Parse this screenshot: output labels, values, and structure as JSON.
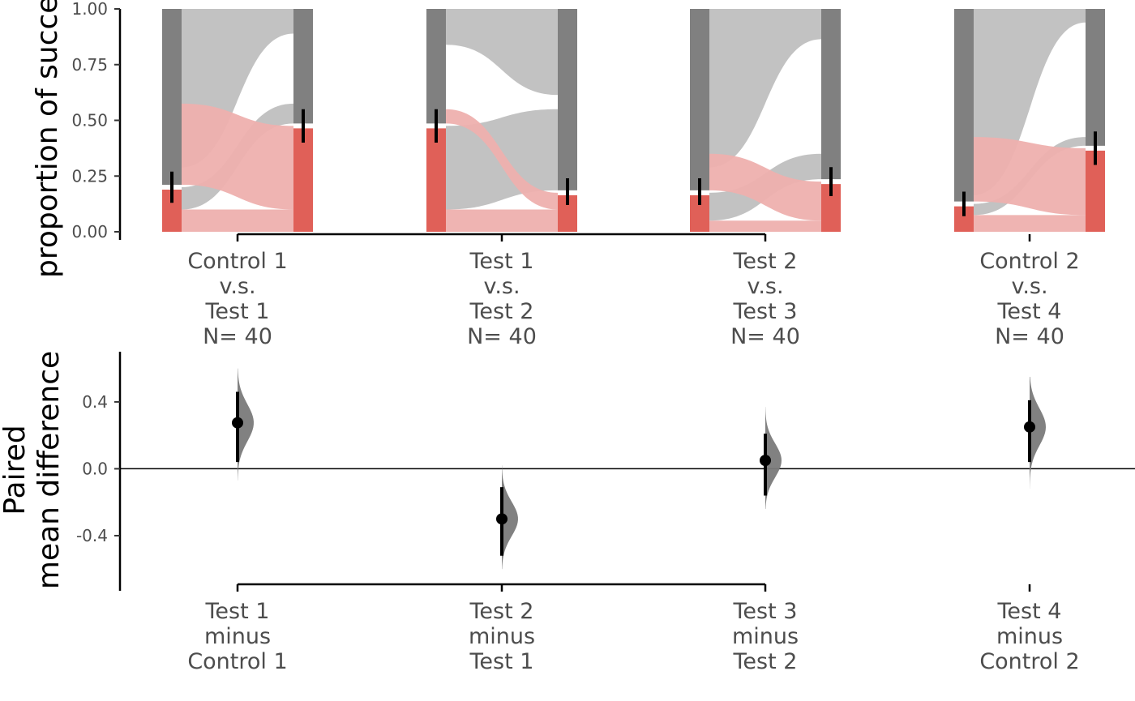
{
  "chart_data": [
    {
      "type": "sankey",
      "ylabel": "proportion of success",
      "ylim": [
        0,
        1
      ],
      "yticks": [
        "0.00",
        "0.25",
        "0.50",
        "0.75",
        "1.00"
      ],
      "ytick_values": [
        0,
        0.25,
        0.5,
        0.75,
        1.0
      ],
      "colors": {
        "success": "#e06058",
        "success_flow": "#eeb0ae",
        "failure": "#808080",
        "failure_flow": "#bfbfbf"
      },
      "pairs": [
        {
          "label": [
            "Control 1",
            "v.s.",
            "Test 1",
            "N= 40"
          ],
          "left_success": 0.2,
          "right_success": 0.475,
          "stay_success": 0.1,
          "success_to_fail": 0.1,
          "fail_to_success": 0.375,
          "left_ci": [
            0.13,
            0.27
          ],
          "right_ci": [
            0.4,
            0.55
          ]
        },
        {
          "label": [
            "Test 1",
            "v.s.",
            "Test 2",
            "N= 40"
          ],
          "left_success": 0.475,
          "right_success": 0.175,
          "stay_success": 0.1,
          "success_to_fail": 0.375,
          "fail_to_success": 0.075,
          "left_ci": [
            0.4,
            0.55
          ],
          "right_ci": [
            0.12,
            0.24
          ]
        },
        {
          "label": [
            "Test 2",
            "v.s.",
            "Test 3",
            "N= 40"
          ],
          "left_success": 0.175,
          "right_success": 0.225,
          "stay_success": 0.05,
          "success_to_fail": 0.125,
          "fail_to_success": 0.175,
          "left_ci": [
            0.12,
            0.24
          ],
          "right_ci": [
            0.16,
            0.29
          ]
        },
        {
          "label": [
            "Control 2",
            "v.s.",
            "Test 4",
            "N= 40"
          ],
          "left_success": 0.125,
          "right_success": 0.375,
          "stay_success": 0.075,
          "success_to_fail": 0.05,
          "fail_to_success": 0.3,
          "left_ci": [
            0.07,
            0.18
          ],
          "right_ci": [
            0.3,
            0.45
          ]
        }
      ]
    },
    {
      "type": "estimation",
      "ylabel": [
        "Paired",
        "mean difference"
      ],
      "ylim": [
        -0.72,
        0.7
      ],
      "yticks": [
        "-0.4",
        "0.0",
        "0.4"
      ],
      "ytick_values": [
        -0.4,
        0.0,
        0.4
      ],
      "contrasts": [
        {
          "label": [
            "Test 1",
            "minus",
            "Control 1"
          ],
          "mean": 0.275,
          "ci": [
            0.04,
            0.46
          ],
          "dist_range": [
            -0.07,
            0.6
          ]
        },
        {
          "label": [
            "Test 2",
            "minus",
            "Test 1"
          ],
          "mean": -0.3,
          "ci": [
            -0.52,
            -0.11
          ],
          "dist_range": [
            -0.6,
            0.02
          ]
        },
        {
          "label": [
            "Test 3",
            "minus",
            "Test 2"
          ],
          "mean": 0.05,
          "ci": [
            -0.16,
            0.21
          ],
          "dist_range": [
            -0.24,
            0.37
          ]
        },
        {
          "label": [
            "Test 4",
            "minus",
            "Control 2"
          ],
          "mean": 0.25,
          "ci": [
            0.04,
            0.41
          ],
          "dist_range": [
            -0.12,
            0.55
          ]
        }
      ]
    }
  ]
}
